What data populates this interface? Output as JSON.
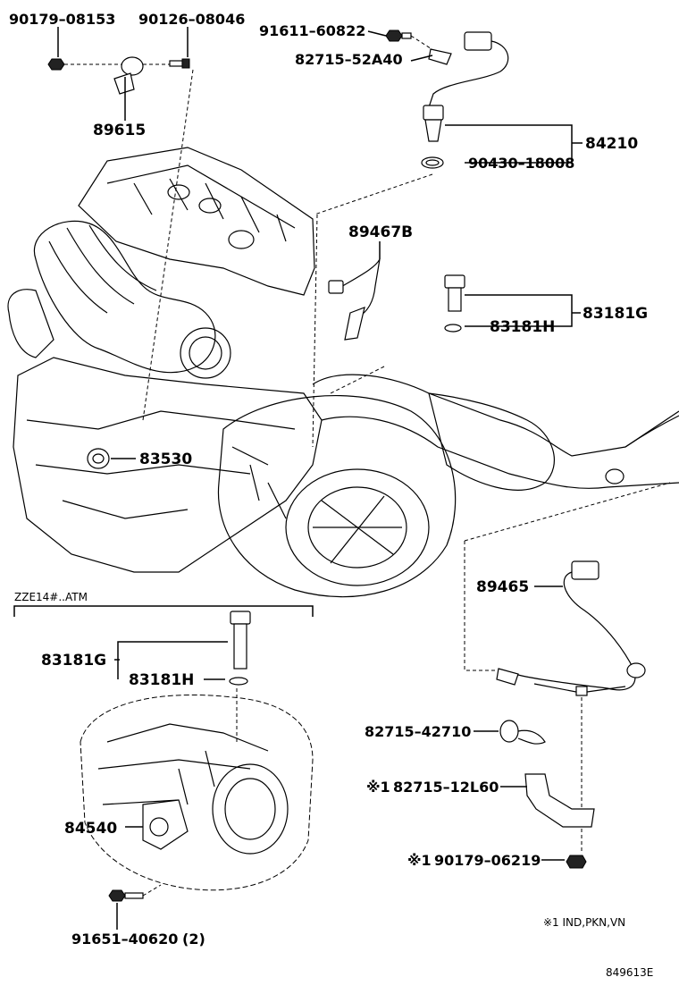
{
  "labels": {
    "p90179_08153": "90179–08153",
    "p90126_08046": "90126–08046",
    "p91611_60822": "91611–60822",
    "p82715_52A40": "82715–52A40",
    "p89615": "89615",
    "p84210": "84210",
    "p90430_18008": "90430–18008",
    "p89467B": "89467B",
    "p83181G_top": "83181G",
    "p83181H_top": "83181H",
    "p83530": "83530",
    "p89465": "89465",
    "p83181G_bottom": "83181G",
    "p83181H_bottom": "83181H",
    "p84540": "84540",
    "p82715_42710": "82715–42710",
    "p82715_12L60": "82715–12L60",
    "p90179_06219": "90179–06219",
    "p91651_40620": "91651–40620",
    "p91651_40620_qty": "(2)"
  },
  "notes": {
    "zze_atm": "ZZE14#..ATM",
    "mark1_a": "※1",
    "mark1_b": "※1",
    "footnote": "※1  IND,PKN,VN",
    "diagram_code": "849613E"
  }
}
